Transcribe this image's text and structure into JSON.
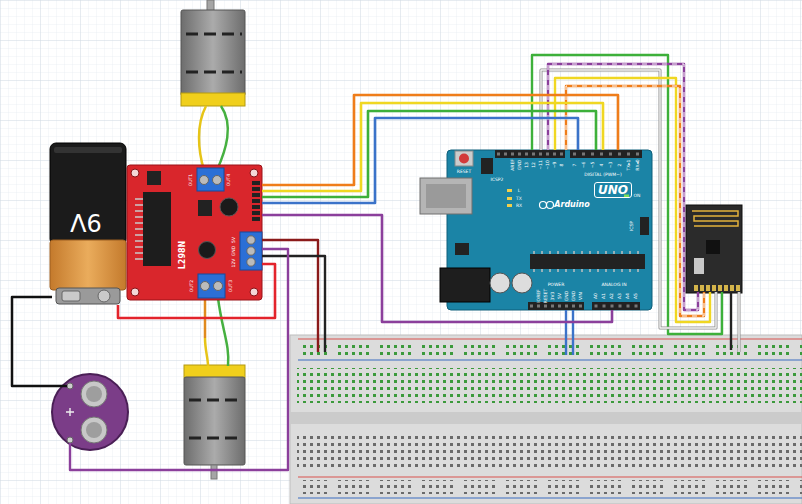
{
  "diagram": {
    "nodes": [
      {
        "text": [
          "9V"
        ]
      },
      {
        "text": [
          "L298N",
          "OUT1",
          "OUT4",
          "OUT2",
          "OUT3",
          "5V",
          "GND",
          "12V"
        ]
      },
      {
        "text": [
          "UNO",
          "Arduino",
          "RESET",
          "ICSP2",
          "TX",
          "RX",
          "L",
          "ON",
          "ICSP",
          "DIGITAL (PWM~)",
          "POWER",
          "ANALOG IN",
          "AREF",
          "GND",
          "13",
          "12",
          "~11",
          "~10",
          "~9",
          "8",
          "7",
          "~6",
          "~5",
          "4",
          "~3",
          "2",
          "TX▸1",
          "RX◂0",
          "IOREF",
          "RESET",
          "3V3",
          "5V",
          "GND",
          "GND",
          "VIN",
          "A0",
          "A1",
          "A2",
          "A3",
          "A4",
          "A5"
        ]
      }
    ],
    "edges": [
      {
        "from": 1,
        "to": 2,
        "arrow": "none"
      },
      {
        "from": 1,
        "to": 2,
        "arrow": "none"
      },
      {
        "from": 1,
        "to": 2,
        "arrow": "none"
      },
      {
        "from": 1,
        "to": 2,
        "arrow": "none"
      },
      {
        "from": 1,
        "to": 2,
        "arrow": "none"
      },
      {
        "from": 0,
        "to": 1,
        "arrow": "none"
      }
    ]
  }
}
